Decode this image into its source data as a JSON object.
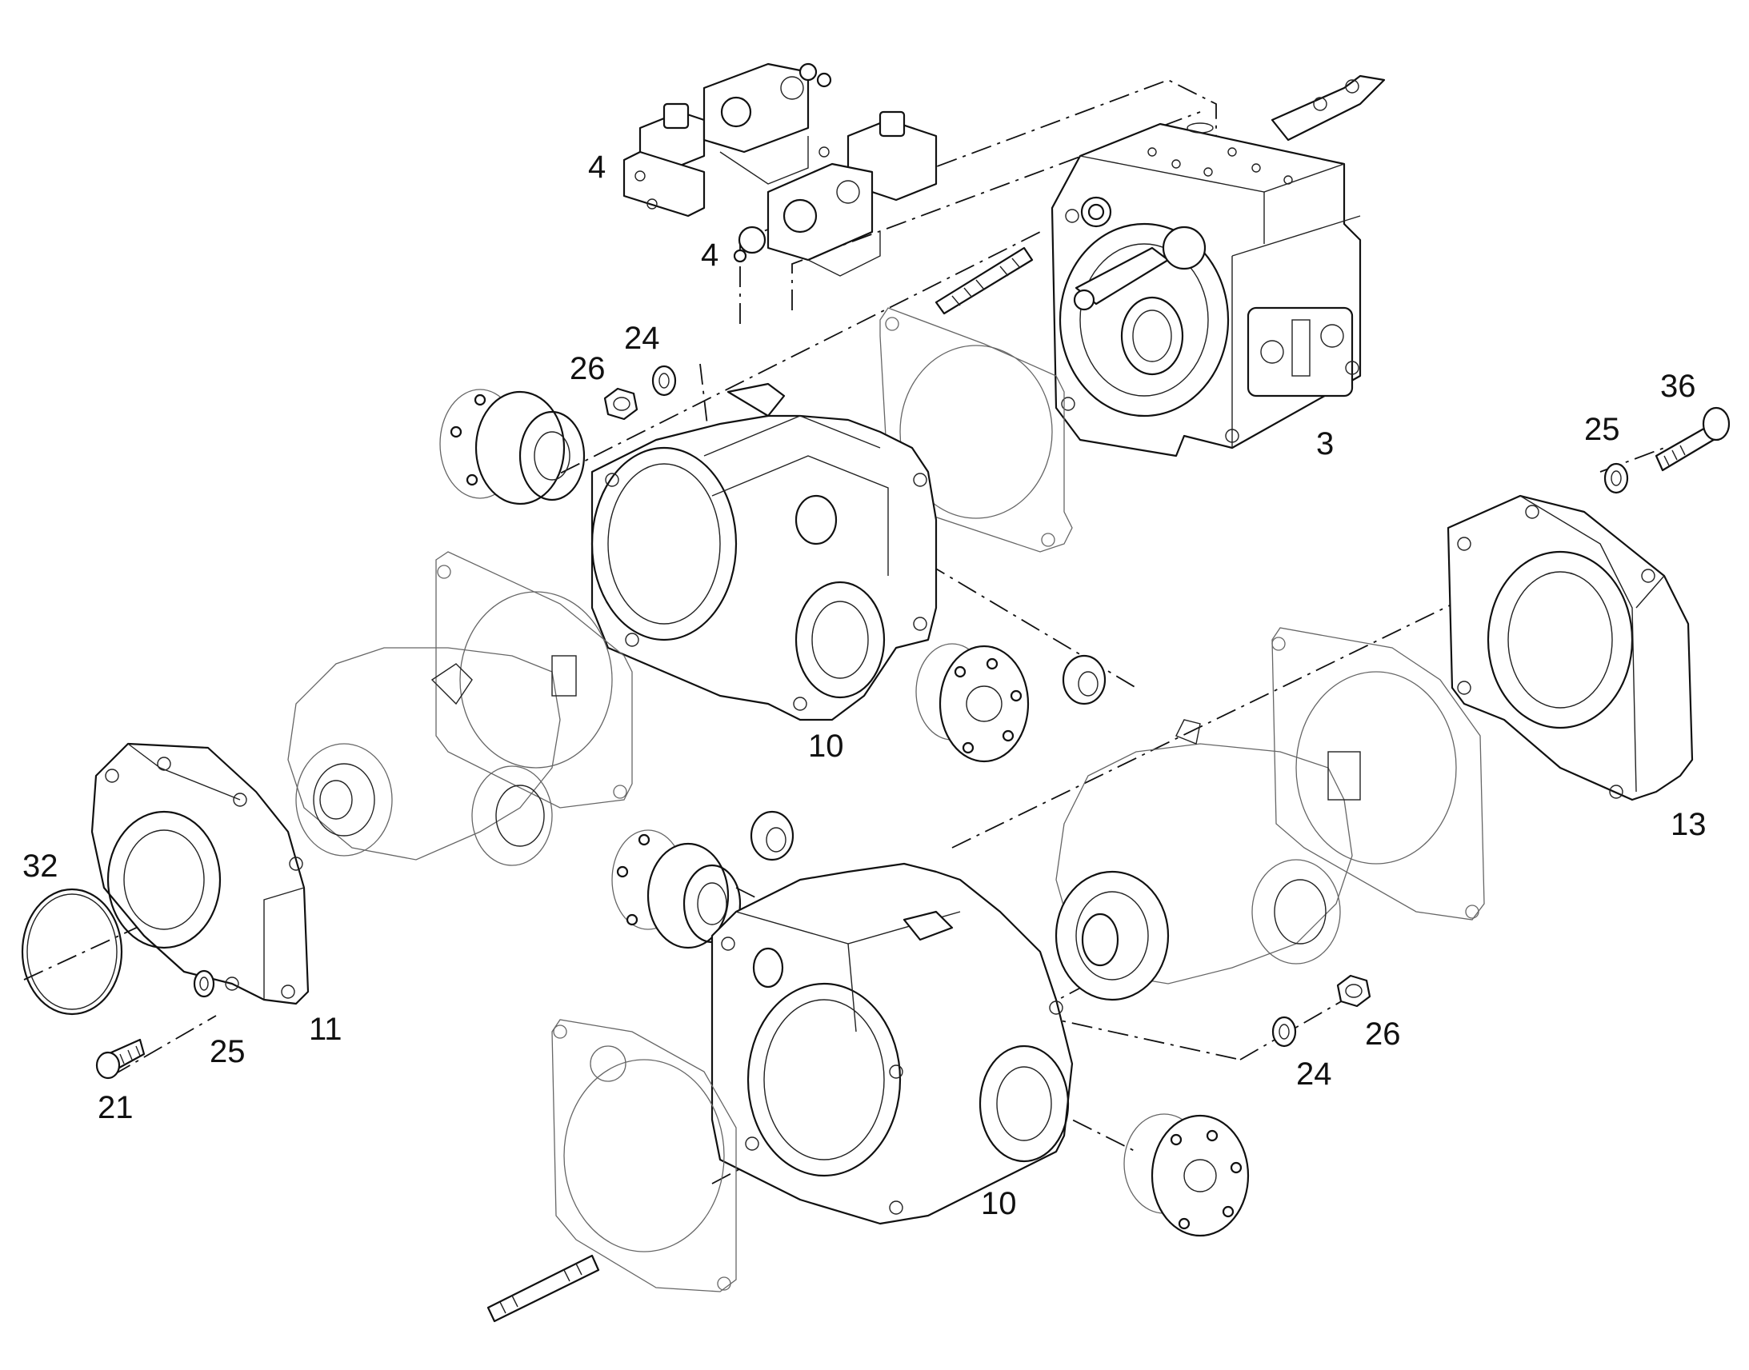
{
  "callouts": [
    {
      "id": "ctl-valve-upper",
      "text": "4"
    },
    {
      "id": "ctl-valve-lower",
      "text": "4"
    },
    {
      "id": "washer-upper",
      "text": "24"
    },
    {
      "id": "nut-upper",
      "text": "26"
    },
    {
      "id": "end-cover-pump",
      "text": "3"
    },
    {
      "id": "bolt-right",
      "text": "36"
    },
    {
      "id": "washer-right",
      "text": "25"
    },
    {
      "id": "housing-upper",
      "text": "10"
    },
    {
      "id": "flange-right",
      "text": "13"
    },
    {
      "id": "oring",
      "text": "32"
    },
    {
      "id": "flange-left",
      "text": "11"
    },
    {
      "id": "washer-left",
      "text": "25"
    },
    {
      "id": "screw-left",
      "text": "21"
    },
    {
      "id": "nut-lower",
      "text": "26"
    },
    {
      "id": "washer-lower",
      "text": "24"
    },
    {
      "id": "housing-lower",
      "text": "10"
    }
  ]
}
